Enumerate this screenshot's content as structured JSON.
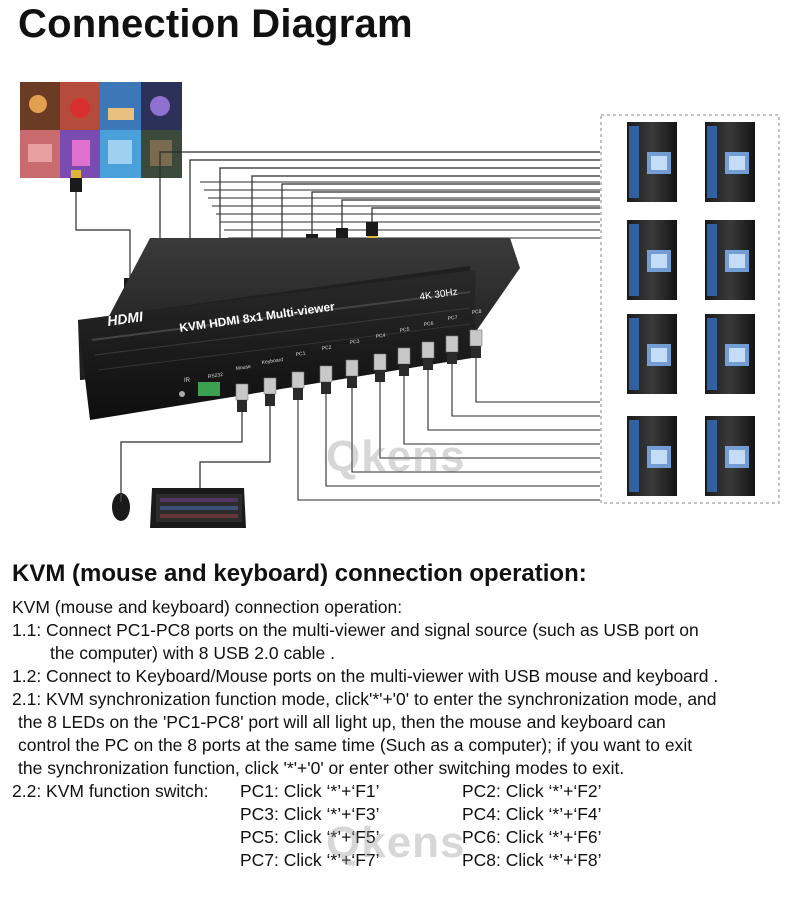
{
  "title": "Connection Diagram",
  "diagram": {
    "logo_text": "HDMI",
    "device_label": "KVM  HDMI 8x1 Multi-viewer",
    "spec_label": "4K 30Hz",
    "port_labels": [
      "RS232",
      "Mouse",
      "Keyboard",
      "PC1",
      "PC2",
      "PC3",
      "PC4",
      "PC5",
      "PC6",
      "PC7",
      "PC8"
    ],
    "ir_label": "IR",
    "watermark": "Qkens",
    "pc_count": 8,
    "colors": {
      "device": "#1e1e1e",
      "wire": "#2a2a2a",
      "hdmi_plug": "#e0b43a",
      "pc_glow": "#3a7bd5"
    }
  },
  "section_title": "KVM (mouse and keyboard) connection operation:",
  "instructions": {
    "intro": "KVM (mouse and keyboard) connection operation:",
    "step_1_1": {
      "line1": "1.1: Connect PC1-PC8 ports on the multi-viewer and signal source (such as USB port on",
      "line2": "the computer) with 8 USB 2.0 cable ."
    },
    "step_1_2": "1.2: Connect to Keyboard/Mouse ports on the multi-viewer with USB mouse and keyboard .",
    "step_2_1": {
      "line1": "2.1: KVM synchronization function mode, click'*'+'0' to enter the synchronization mode, and",
      "line2": "the 8 LEDs on the 'PC1-PC8' port will all light up, then the mouse and keyboard can",
      "line3": "control the PC on the 8 ports at the same time (Such as a computer); if you want to exit",
      "line4": "the synchronization function, click '*'+'0' or enter other switching modes to exit."
    },
    "step_2_2_label": "2.2: KVM function switch:",
    "switches": [
      "PC1: Click ‘*’+‘F1’",
      "PC2: Click ‘*’+‘F2’",
      "PC3: Click ‘*’+‘F3’",
      "PC4: Click ‘*’+‘F4’",
      "PC5: Click ‘*’+‘F5’",
      "PC6: Click ‘*’+‘F6’",
      "PC7: Click ‘*’+‘F7’",
      "PC8: Click ‘*’+‘F8’"
    ]
  }
}
